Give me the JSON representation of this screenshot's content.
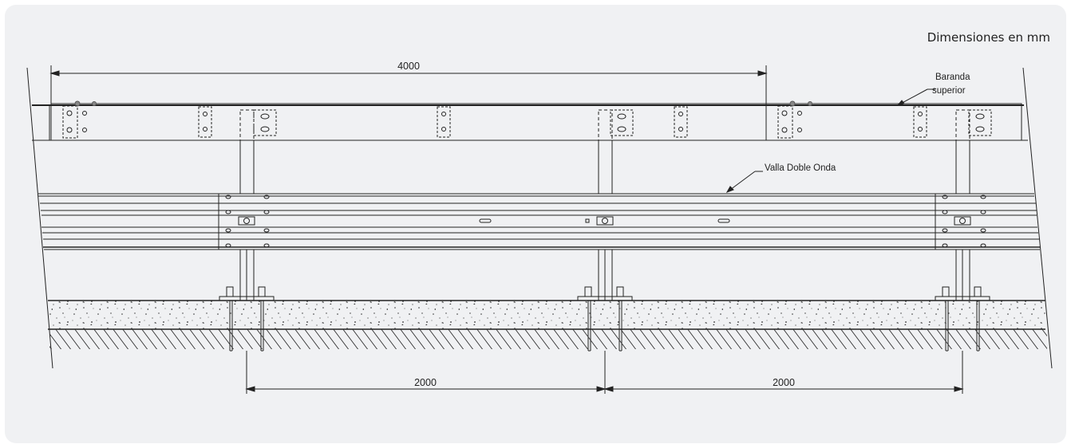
{
  "units_note": "Dimensiones en mm",
  "callouts": {
    "upper_rail_line1": "Baranda",
    "upper_rail_line2": "superior",
    "double_wave": "Valla Doble Onda"
  },
  "dimensions": {
    "top_span": "4000",
    "post_spacing_left": "2000",
    "post_spacing_right": "2000"
  },
  "colors": {
    "panel": "#f0f1f3",
    "line": "#222222"
  }
}
